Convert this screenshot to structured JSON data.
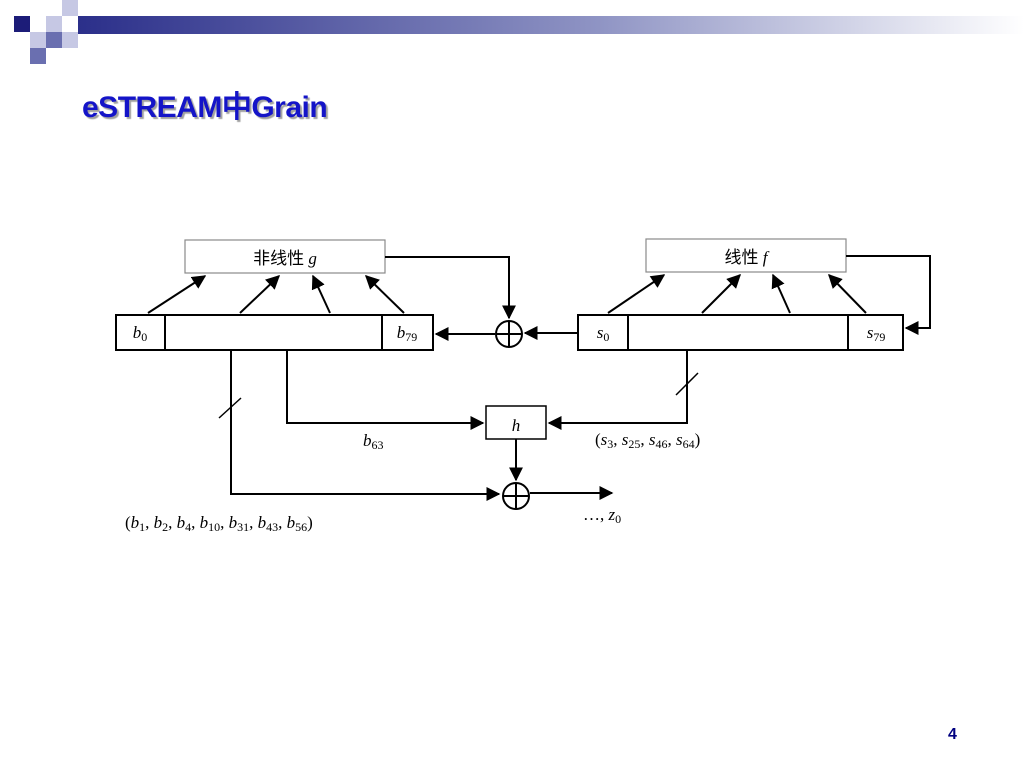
{
  "slide": {
    "title": "eSTREAM中Grain",
    "page_number": "4",
    "accent_color": "#1414c8",
    "decoration": "blue-gradient-checker-header"
  },
  "diagram": {
    "nfsr_box_label": "非线性 g",
    "lfsr_box_label": "线性 f",
    "nfsr_register": {
      "first": "b0",
      "last": "b79"
    },
    "lfsr_register": {
      "first": "s0",
      "last": "s79"
    },
    "h_label": "h",
    "b63_label": "b63",
    "s_taps_label": "(s3, s25, s46, s64)",
    "b_taps_label": "(b1, b2, b4, b10, b31, b43, b56)",
    "output_label": "…, z0",
    "xor_symbol": "⊕"
  }
}
